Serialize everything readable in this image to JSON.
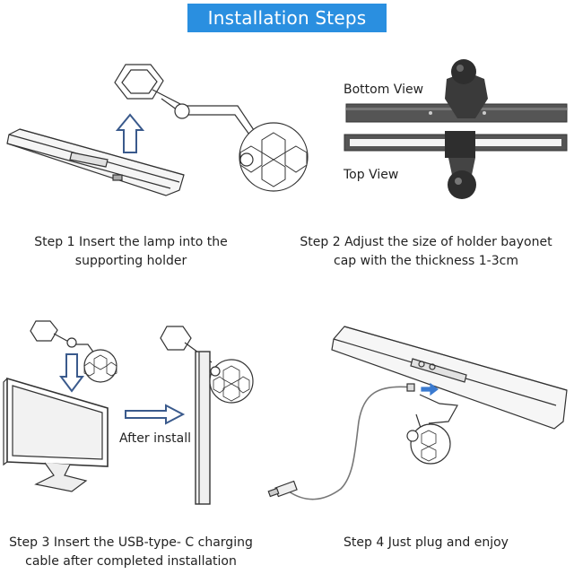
{
  "title": "Installation Steps",
  "step1": {
    "line1": "Step 1 Insert the lamp into the",
    "line2": "supporting holder"
  },
  "step2": {
    "line1": "Step 2 Adjust the size of holder bayonet",
    "line2": "cap with the thickness 1-3cm"
  },
  "step3": {
    "line1": "Step 3 Insert the USB-type- C charging",
    "line2": "cable after completed installation"
  },
  "step4": {
    "line1": "Step 4 Just plug and enjoy"
  },
  "labels": {
    "bottom_view": "Bottom View",
    "top_view": "Top View",
    "after_install": "After install"
  },
  "colors": {
    "banner": "#2a8fe0",
    "arrow": "#3a5a8c"
  }
}
